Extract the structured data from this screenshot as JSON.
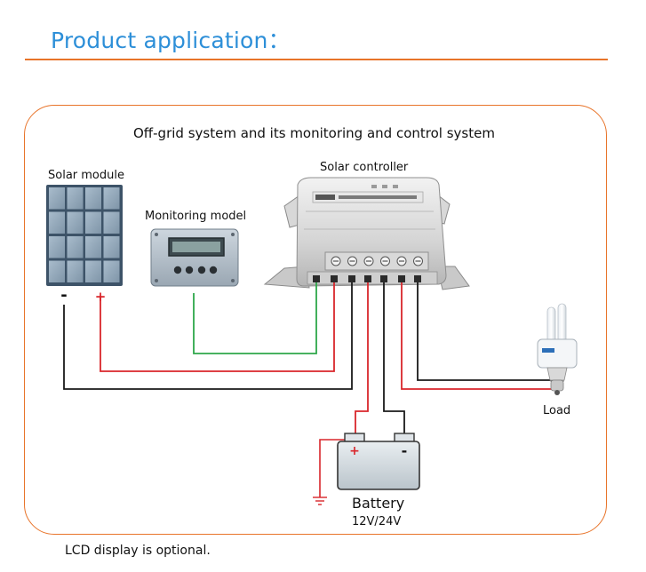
{
  "header": {
    "title": "Product application："
  },
  "diagram": {
    "title": "Off-grid system and its monitoring and control system",
    "components": {
      "solar_module": "Solar module",
      "monitoring_model": "Monitoring model",
      "solar_controller": "Solar controller",
      "load": "Load",
      "battery": "Battery",
      "battery_voltage": "12V/24V"
    },
    "terminals": {
      "negative": "-",
      "positive": "+"
    },
    "wire_colors": {
      "positive": "#d9262b",
      "negative": "#1a1a1a",
      "signal": "#2ea84a"
    },
    "accent_color": "#e8742a",
    "title_color": "#2d8fd8"
  },
  "footer": {
    "note": "LCD display is optional."
  }
}
